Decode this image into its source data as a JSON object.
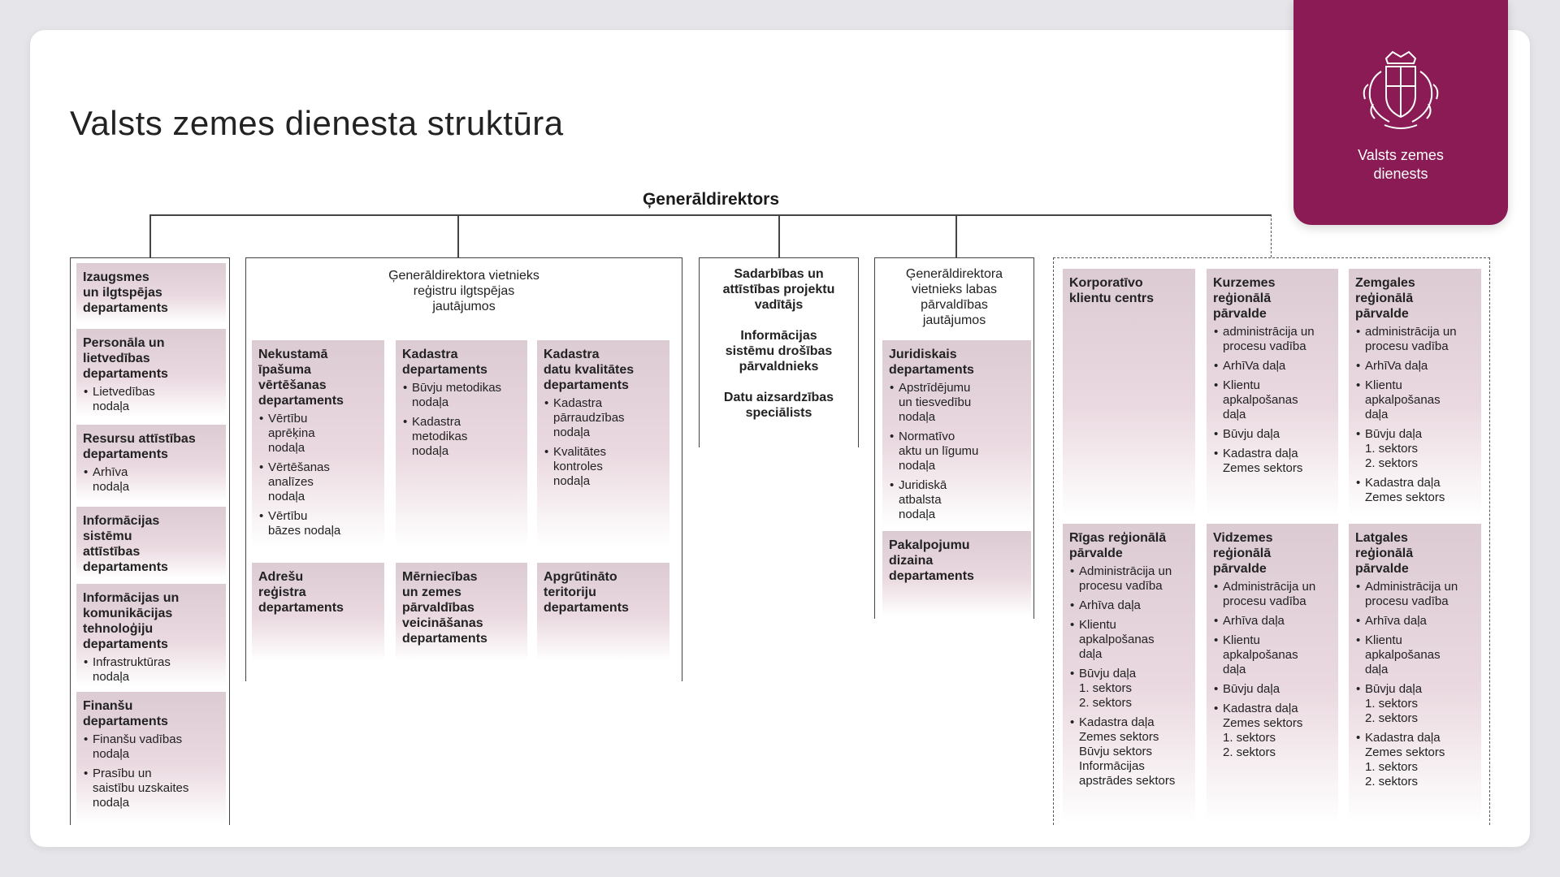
{
  "title": "Valsts zemes dienesta struktūra",
  "logo": {
    "text": "Valsts zemes\ndienests",
    "brand_color": "#8a1b54"
  },
  "top": "Ģenerāldirektors",
  "frames": [
    {
      "id": "left",
      "title": "",
      "subs": [
        {
          "title": "Izaugsmes\nun ilgtspējas\ndepartaments",
          "items": []
        },
        {
          "title": "Personāla un\nlietvedības\ndepartaments",
          "items": [
            "Lietvedības\nnodaļa"
          ]
        },
        {
          "title": "Resursu attīstības\ndepartaments",
          "items": [
            "Arhīva\nnodaļa"
          ]
        },
        {
          "title": "Informācijas\nsistēmu\nattīstības\ndepartaments",
          "items": []
        },
        {
          "title": "Informācijas un\nkomunikācijas\ntehnoloģiju\ndepartaments",
          "items": [
            "Infrastruktūras\nnodaļa"
          ]
        },
        {
          "title": "Finanšu\ndepartaments",
          "items": [
            "Finanšu vadības\nnodaļa",
            "Prasību un\nsaistību uzskaites\nnodaļa"
          ]
        }
      ]
    },
    {
      "id": "registry",
      "title": "Ģenerāldirektora vietnieks\nreģistru ilgtspējas\njautājumos",
      "subs": [
        {
          "title": "Nekustamā\nīpašuma\nvērtēšanas\ndepartaments",
          "items": [
            "Vērtību\naprēķina\nnodaļa",
            "Vērtēšanas\nanalīzes\nnodaļa",
            "Vērtību\nbāzes nodaļa"
          ]
        },
        {
          "title": "Kadastra\ndepartaments",
          "items": [
            "Būvju metodikas\nnodaļa",
            "Kadastra\nmetodikas\nnodaļa"
          ]
        },
        {
          "title": "Kadastra\ndatu kvalitātes\ndepartaments",
          "items": [
            "Kadastra\npārraudzības\nnodaļa",
            "Kvalitātes\nkontroles\nnodaļa"
          ]
        },
        {
          "title": "Adrešu\nreģistra\ndepartaments",
          "items": []
        },
        {
          "title": "Mērniecības\nun zemes\npārvaldības\nveicināšanas\ndepartaments",
          "items": []
        },
        {
          "title": "Apgrūtināto\nteritoriju\ndepartaments",
          "items": []
        }
      ]
    },
    {
      "id": "cooperation",
      "title": "Sadarbības un\nattīstības projektu\nvadītājs\n\nInformācijas\nsistēmu drošības\npārvaldnieks\n\nDatu aizsardzības\nspeciālists",
      "subs": []
    },
    {
      "id": "legal",
      "title": "Ģenerāldirektora\nvietnieks labas\npārvaldības\njautājumos",
      "subs": [
        {
          "title": "Juridiskais\ndepartaments",
          "items": [
            "Apstrīdējumu\nun tiesvedību\nnodaļa",
            "Normatīvo\naktu un līgumu\nnodaļa",
            "Juridiskā\natbalsta\nnodaļa"
          ]
        },
        {
          "title": "Pakalpojumu\ndizaina\ndepartaments",
          "items": []
        }
      ]
    },
    {
      "id": "regional",
      "title": "",
      "subs": [
        {
          "title": "Korporatīvo\nklientu centrs",
          "items": []
        },
        {
          "title": "Kurzemes\nreģionālā\npārvalde",
          "items": [
            "administrācija un\nprocesu vadība",
            "ArhīVa daļa",
            "Klientu\napkalpošanas\ndaļa",
            "Būvju daļa",
            "Kadastra daļa\nZemes sektors"
          ]
        },
        {
          "title": "Zemgales\nreģionālā\npārvalde",
          "items": [
            "administrācija un\nprocesu vadība",
            "ArhīVa daļa",
            "Klientu\napkalpošanas\ndaļa",
            "Būvju daļa\n 1. sektors\n 2. sektors",
            "Kadastra daļa\nZemes sektors"
          ]
        },
        {
          "title": "Rīgas reģionālā\npārvalde",
          "items": [
            "Administrācija un\nprocesu vadība",
            "Arhīva daļa",
            "Klientu\napkalpošanas\ndaļa",
            "Būvju daļa\n1. sektors\n2. sektors",
            "Kadastra daļa\nZemes sektors\nBūvju sektors\nInformācijas\napstrādes sektors"
          ]
        },
        {
          "title": "Vidzemes\nreģionālā\npārvalde",
          "items": [
            "Administrācija un\nprocesu vadība",
            "Arhīva daļa",
            "Klientu\napkalpošanas\ndaļa",
            "Būvju daļa",
            "Kadastra daļa\nZemes sektors\n1. sektors\n2. sektors"
          ]
        },
        {
          "title": "Latgales\nreģionālā\npārvalde",
          "items": [
            "Administrācija un\nprocesu vadība",
            "Arhīva daļa",
            "Klientu\napkalpošanas\ndaļa",
            "Būvju daļa\n 1. sektors\n 2. sektors",
            "Kadastra daļa\nZemes sektors\n1. sektors\n2. sektors"
          ]
        }
      ]
    }
  ]
}
